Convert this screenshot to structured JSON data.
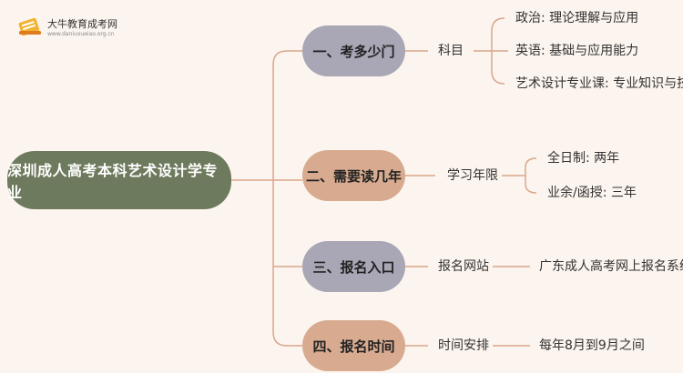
{
  "logo": {
    "title": "大牛教育成考网",
    "url": "www.daniuxueiao.org.cn",
    "icon": "book-icon"
  },
  "root": {
    "label": "深圳成人高考本科艺术设计学专业"
  },
  "branches": [
    {
      "label": "一、考多少门",
      "sub": "科目",
      "leaves": [
        "政治: 理论理解与应用",
        "英语: 基础与应用能力",
        "艺术设计专业课: 专业知识与技能"
      ]
    },
    {
      "label": "二、需要读几年",
      "sub": "学习年限",
      "leaves": [
        "全日制: 两年",
        "业余/函授: 三年"
      ]
    },
    {
      "label": "三、报名入口",
      "sub": "报名网站",
      "leaves": [
        "广东成人高考网上报名系统:"
      ]
    },
    {
      "label": "四、报名时间",
      "sub": "时间安排",
      "leaves": [
        "每年8月到9月之间"
      ]
    }
  ],
  "colors": {
    "root": "#6e7a5d",
    "branch_gray": "#a9a6b5",
    "branch_tan": "#d8ab90",
    "connector": "#d9a68b"
  }
}
